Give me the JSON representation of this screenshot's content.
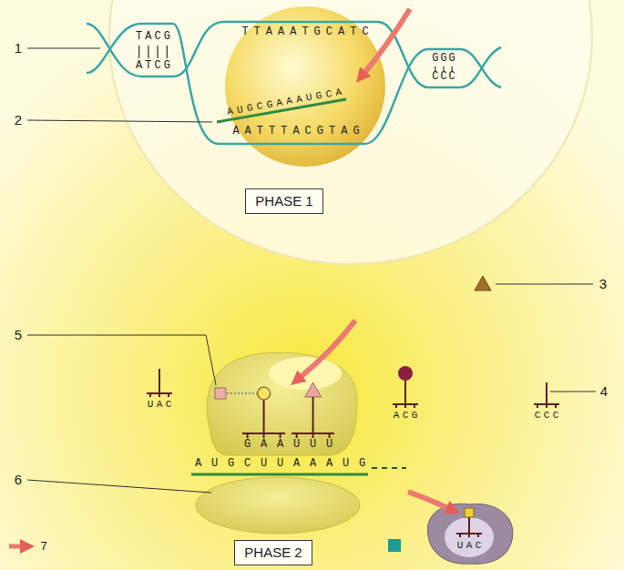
{
  "diagram": {
    "nodes": [
      {
        "text": [
          "PHASE 1"
        ]
      },
      {
        "text": [
          "PHASE 2"
        ]
      }
    ],
    "labels": [
      "1",
      "2",
      "TACG",
      "ATCG",
      "TTAAATGCATC",
      "AATTTACGTAG",
      "AUGCGAAAUGCA",
      "GGG",
      "CCC",
      "3",
      "4",
      "5",
      "6",
      "7",
      "UAC",
      "GAA",
      "UUU",
      "ACG",
      "CCC",
      "AUGCUUAAAUG",
      "UAC"
    ]
  }
}
